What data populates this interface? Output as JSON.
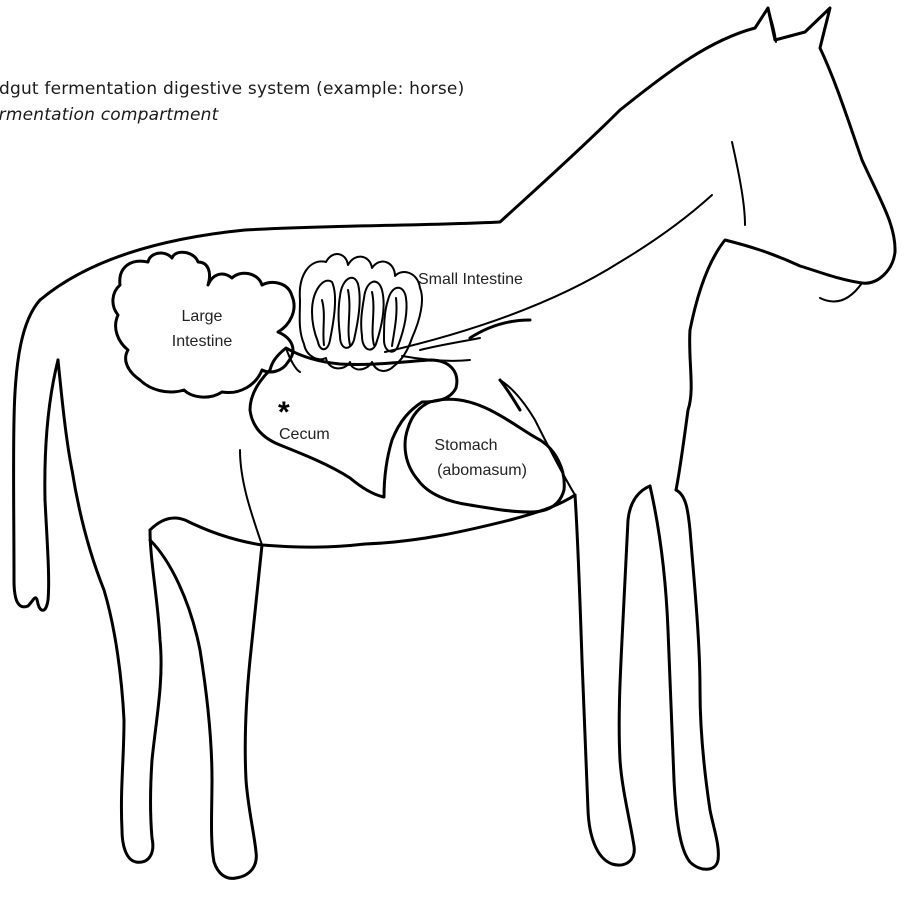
{
  "caption": {
    "line1": "ndgut fermentation digestive system (example: horse)",
    "line2": "ermentation compartment"
  },
  "labels": {
    "small_intestine": "Small Intestine",
    "large_intestine_line1": "Large",
    "large_intestine_line2": "Intestine",
    "cecum": "Cecum",
    "cecum_marker": "*",
    "stomach_line1": "Stomach",
    "stomach_line2": "(abomasum)"
  },
  "colors": {
    "line": "#000000",
    "background": "#ffffff"
  }
}
